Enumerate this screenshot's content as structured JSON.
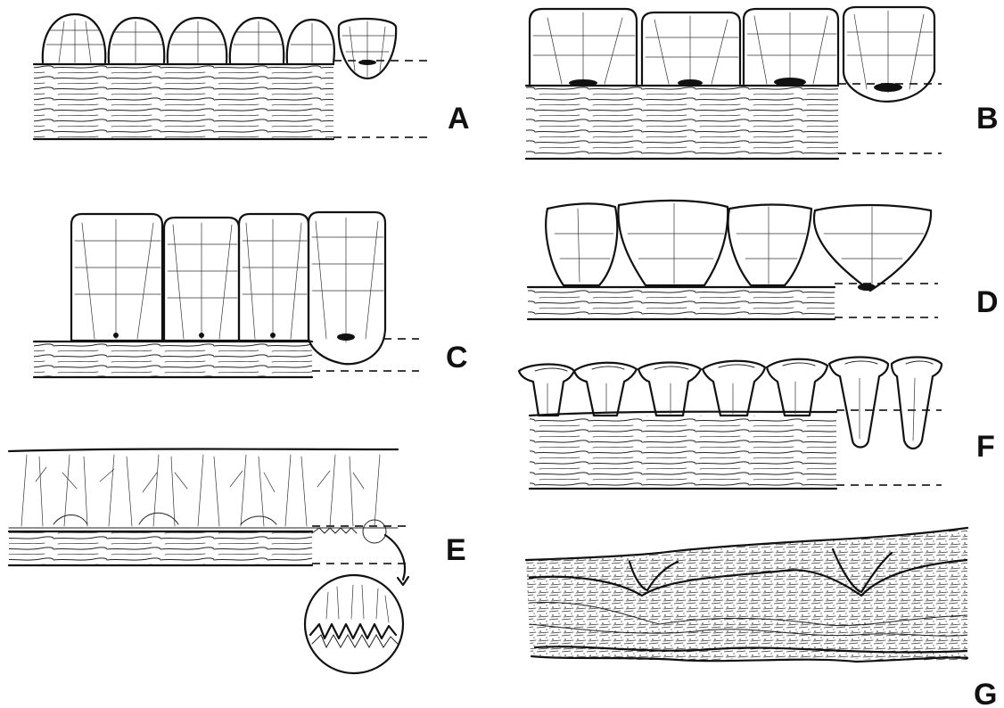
{
  "figure": {
    "panels": [
      {
        "id": "A",
        "label": "A"
      },
      {
        "id": "B",
        "label": "B"
      },
      {
        "id": "C",
        "label": "C"
      },
      {
        "id": "D",
        "label": "D"
      },
      {
        "id": "E",
        "label": "E"
      },
      {
        "id": "F",
        "label": "F"
      },
      {
        "id": "G",
        "label": "G"
      }
    ]
  },
  "colors": {
    "ink": "#111111",
    "background": "#ffffff"
  }
}
